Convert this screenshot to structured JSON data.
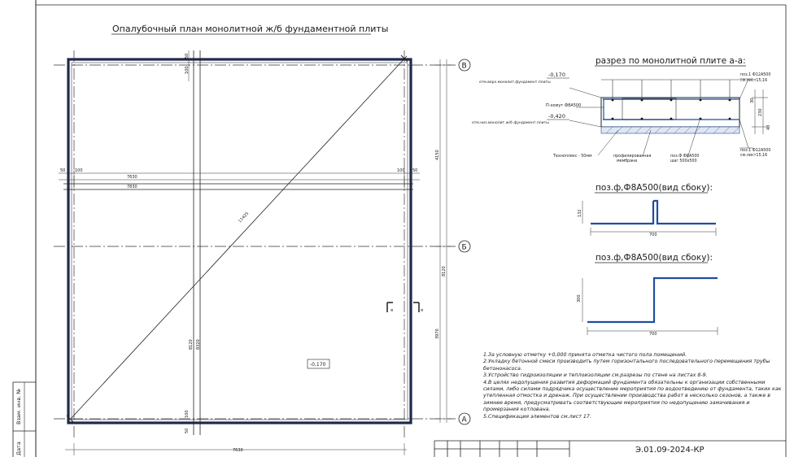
{
  "drawing": {
    "plan_title": "Опалубочный план монолитной ж/б фундаментной плиты",
    "section_title": "разрез по монолитной плите а-а:",
    "detail1_title": "поз.ф,Ф8А500(вид сбоку):",
    "detail2_title": "поз.ф,Ф8А500(вид сбоку):",
    "sheet_code": "Э.01.09-2024-КР",
    "axes": {
      "a": "А",
      "b": "Б",
      "v": "В"
    },
    "plan_elevation": "-0,170",
    "section_marker": "а",
    "dims": {
      "d50": "50",
      "d100": "100",
      "d7630": "7630",
      "d7830": "7830",
      "d8120": "8120",
      "d8320": "8320",
      "d4150": "4150",
      "d3970": "3970",
      "diagonal": "11425",
      "d132": "132",
      "d300": "300",
      "d700": "700",
      "d30": "30",
      "d230": "230",
      "d40": "40"
    },
    "section_labels": {
      "top_elev": "-0,170",
      "top_elev_note": "отм.верх.монолит.фундамент.плиты",
      "bottom_elev": "-0,420",
      "bottom_elev_note": "отм.низ.монолит.ж/б фундамент.плиты",
      "p_clamp": "П-хомут Ф8А500",
      "insulation": "Техноплекс - 50мм",
      "membrane": "профилированная",
      "membrane2": "мембрана",
      "pos_f": "поз.Ф Ф8А500",
      "pos_f_step": "шаг 500х500",
      "pos1_top": "поз.1 Ф12А500",
      "pos1_top_ref": "см.лист15,16",
      "pos1_bot": "поз.1 Ф12А500",
      "pos1_bot_ref": "см.лист15,16"
    },
    "stamp": {
      "vzam": "Взам. инв. №",
      "data": "Дата"
    }
  },
  "notes": [
    "1.За условную отметку +0,000 принята отметка чистого пола помещений.",
    "2.Укладку бетонной смеси производить путем горизонтального последовательного перемещения трубы бетононасоса.",
    "3.Устройство гидроизоляции и теплоизоляции см.разрезы по стене на листах 8-9.",
    "4.В целях недопущения развития деформаций фундамента обязательны к организации собственными силами, либо силами подрядчика осуществление мероприятия по водоотведению от фундамента, таких как утепленная отмостка и дренаж. При осуществлении производства работ в несколько сезонов, а также в зимнее время, предусматривать соответствующие мероприятия по недопущению замачивания и промерзания котлована.",
    "5.Спецификация элементов см.лист 17."
  ]
}
